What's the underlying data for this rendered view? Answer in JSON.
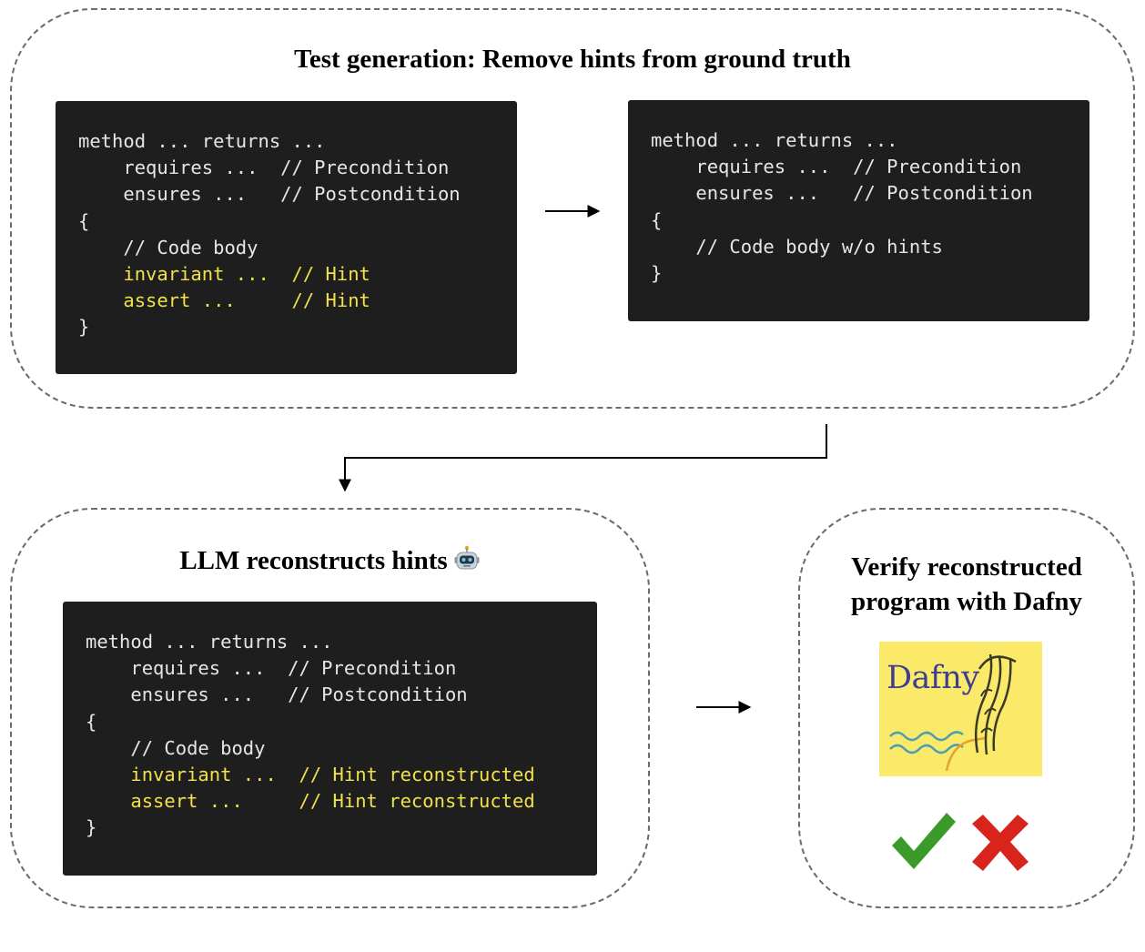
{
  "top_panel": {
    "title": "Test generation: Remove hints from ground truth",
    "original_code": [
      {
        "text": "method ... returns ...",
        "hint": false
      },
      {
        "text": "    requires ...  // Precondition",
        "hint": false
      },
      {
        "text": "    ensures ...   // Postcondition",
        "hint": false
      },
      {
        "text": "{",
        "hint": false
      },
      {
        "text": "    // Code body",
        "hint": false
      },
      {
        "text": "    invariant ...  // Hint",
        "hint": true
      },
      {
        "text": "    assert ...     // Hint",
        "hint": true
      },
      {
        "text": "}",
        "hint": false
      }
    ],
    "stripped_code": [
      {
        "text": "method ... returns ...",
        "hint": false
      },
      {
        "text": "    requires ...  // Precondition",
        "hint": false
      },
      {
        "text": "    ensures ...   // Postcondition",
        "hint": false
      },
      {
        "text": "{",
        "hint": false
      },
      {
        "text": "    // Code body w/o hints",
        "hint": false
      },
      {
        "text": "}",
        "hint": false
      }
    ]
  },
  "bottom_left_panel": {
    "title": "LLM reconstructs hints",
    "icon": "robot-icon",
    "reconstructed_code": [
      {
        "text": "method ... returns ...",
        "hint": false
      },
      {
        "text": "    requires ...  // Precondition",
        "hint": false
      },
      {
        "text": "    ensures ...   // Postcondition",
        "hint": false
      },
      {
        "text": "{",
        "hint": false
      },
      {
        "text": "    // Code body",
        "hint": false
      },
      {
        "text": "    invariant ...  // Hint reconstructed",
        "hint": true
      },
      {
        "text": "    assert ...     // Hint reconstructed",
        "hint": true
      },
      {
        "text": "}",
        "hint": false
      }
    ]
  },
  "bottom_right_panel": {
    "title_line1": "Verify reconstructed",
    "title_line2": "program with Dafny",
    "logo_text": "Dafny",
    "result_icons": [
      "check-mark-icon",
      "cross-mark-icon"
    ]
  },
  "colors": {
    "code_background": "#1e1e1e",
    "code_text": "#e6e6e6",
    "hint_text": "#f2e14a",
    "logo_background": "#fbe96a",
    "logo_text": "#3c3f8f",
    "check": "#3a9a2a",
    "cross": "#d8241c",
    "panel_border": "#6b6b6b"
  }
}
